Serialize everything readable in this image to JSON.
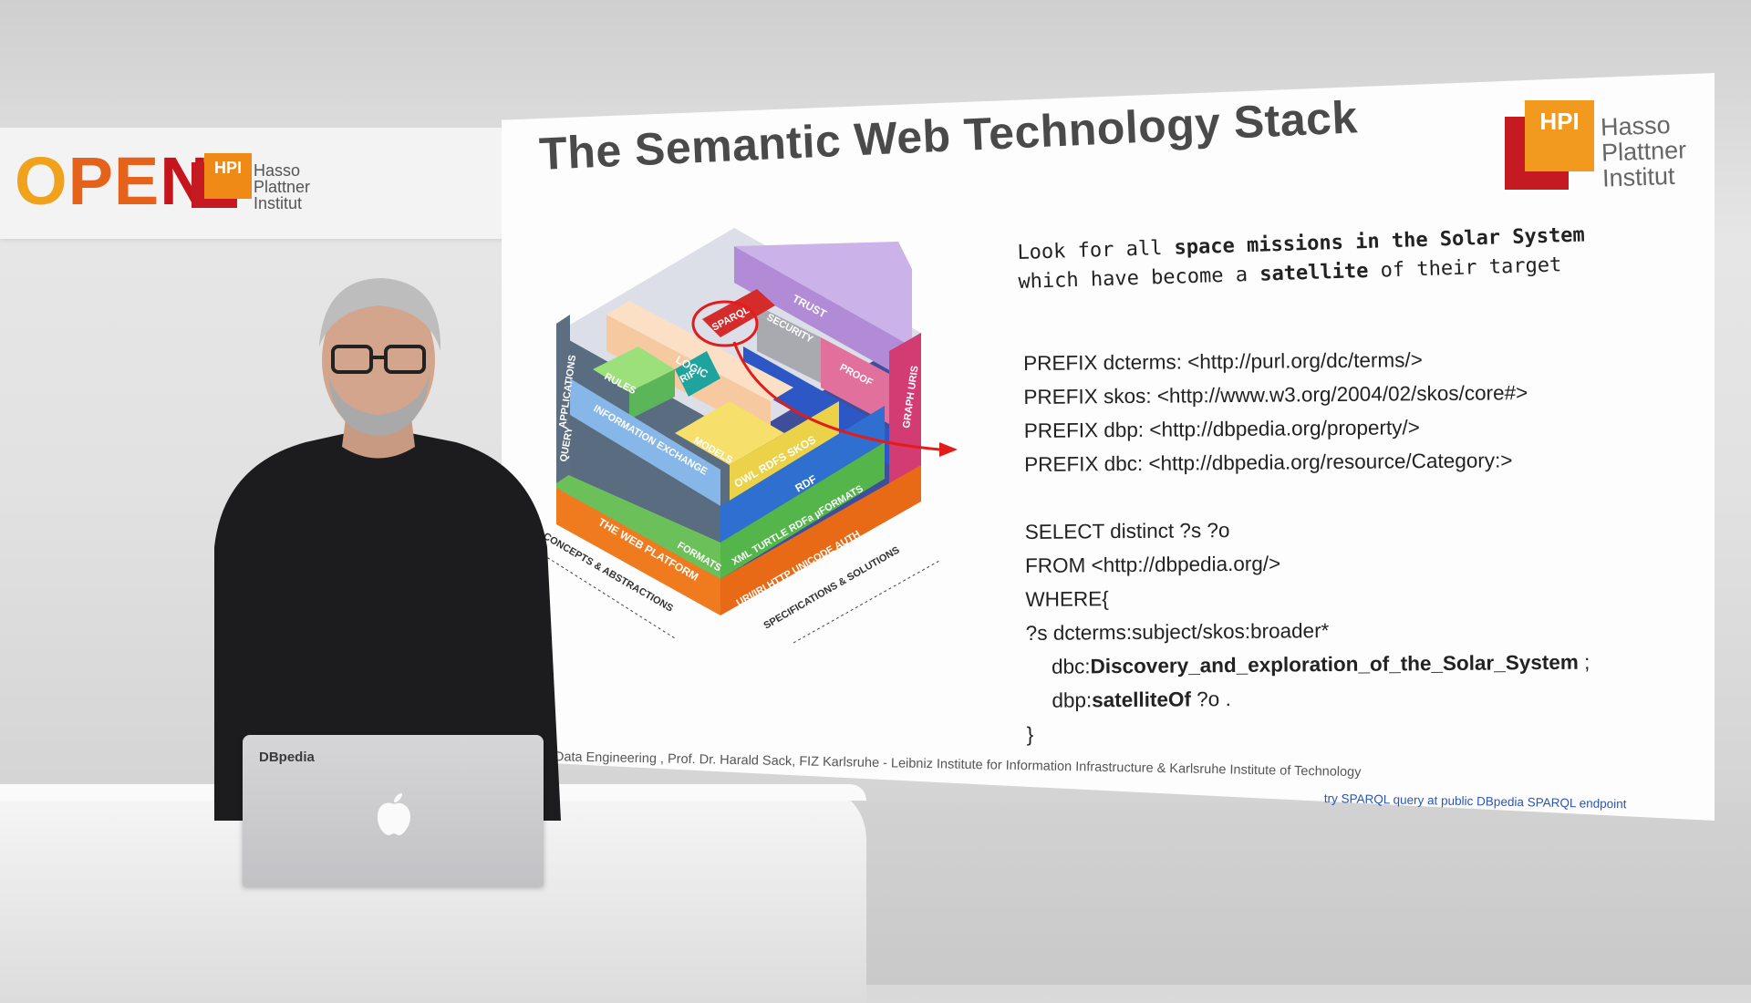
{
  "branding": {
    "open_o": "O",
    "open_pen": "PE",
    "open_n": "N",
    "hpi_badge": "HPI",
    "institute_line1": "Hasso",
    "institute_line2": "Plattner",
    "institute_line3": "Institut",
    "colors": {
      "orange": "#f29a1d",
      "red": "#c51a21",
      "dark_orange": "#e5621b"
    }
  },
  "slide": {
    "title": "The Semantic Web Technology Stack",
    "question_line1_a": "Look for all ",
    "question_line1_b": "space missions in the Solar System",
    "question_line2_a": "which have become a ",
    "question_line2_b": "satellite",
    "question_line2_c": " of their target",
    "query": {
      "prefix1": "PREFIX dcterms: <http://purl.org/dc/terms/>",
      "prefix2": "PREFIX skos: <http://www.w3.org/2004/02/skos/core#>",
      "prefix3": "PREFIX dbp: <http://dbpedia.org/property/>",
      "prefix4": "PREFIX dbc: <http://dbpedia.org/resource/Category:>",
      "select": "SELECT distinct ?s ?o",
      "from": "FROM <http://dbpedia.org/>",
      "where": "WHERE{",
      "triple1": "?s dcterms:subject/skos:broader*",
      "triple2_prefix": "dbc:",
      "triple2_bold": "Discovery_and_exploration_of_the_Solar_System",
      "triple2_end": " ;",
      "triple3_prefix": "dbp:",
      "triple3_bold": "satelliteOf",
      "triple3_end": " ?o .",
      "close": "}"
    },
    "footer": "d Data Engineering , Prof. Dr. Harald Sack, FIZ Karlsruhe - Leibniz Institute for Information Infrastructure & Karlsruhe Institute of Technology",
    "footer_link": "try SPARQL query at public DBpedia SPARQL endpoint",
    "stack": {
      "trust": "TRUST",
      "proof": "PROOF",
      "security": "SECURITY",
      "sparql": "SPARQL",
      "logic": "LOGIC",
      "rules": "RULES",
      "rif": "RIF",
      "query": "QUERY",
      "applications": "APPLICATIONS",
      "graph_uris": "GRAPH URIS",
      "information_exchange": "INFORMATION EXCHANGE",
      "models": "MODELS",
      "owl_rdfs_skos": "OWL RDFS SKOS",
      "rdf": "RDF",
      "formats_list": "XML TURTLE RDFa µFORMATS",
      "formats": "FORMATS",
      "web_platform": "THE WEB PLATFORM",
      "uri": "URI/IRI HTTP UNICODE AUTH",
      "concepts": "CONCEPTS & ABSTRACTIONS",
      "specs": "SPECIFICATIONS & SOLUTIONS"
    }
  },
  "laptop": {
    "sticker": "DBpedia"
  }
}
